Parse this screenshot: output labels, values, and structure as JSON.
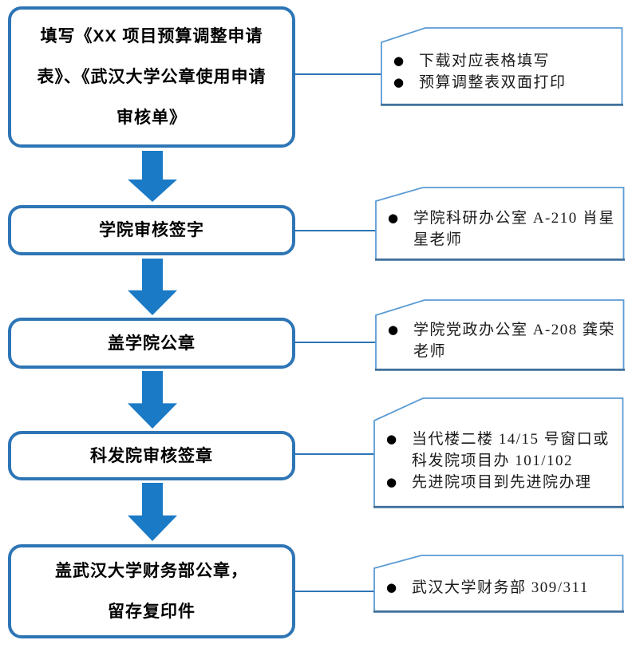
{
  "glyphs": {
    "bullet": "●"
  },
  "colors": {
    "arrow_blue": "#1b7ac6",
    "box_border": "#2e75b6",
    "callout_border": "#5b9bd5",
    "callout_border_dark": "#41719c",
    "connector": "#2e75b6"
  },
  "steps": [
    {
      "lines": [
        "填写《XX 项目预算调整申请",
        "表》、《武汉大学公章使用申请",
        "审核单》"
      ]
    },
    {
      "lines": [
        "学院审核签字"
      ]
    },
    {
      "lines": [
        "盖学院公章"
      ]
    },
    {
      "lines": [
        "科发院审核签章"
      ]
    },
    {
      "lines": [
        "盖武汉大学财务部公章，",
        "留存复印件"
      ]
    }
  ],
  "callouts": [
    {
      "items": [
        "下载对应表格填写",
        "预算调整表双面打印"
      ]
    },
    {
      "items": [
        "学院科研办公室 A-210 肖星星老师"
      ]
    },
    {
      "items": [
        "学院党政办公室 A-208 龚荣老师"
      ]
    },
    {
      "items": [
        "当代楼二楼 14/15 号窗口或科发院项目办 101/102",
        "先进院项目到先进院办理"
      ]
    },
    {
      "items": [
        "武汉大学财务部 309/311"
      ]
    }
  ]
}
